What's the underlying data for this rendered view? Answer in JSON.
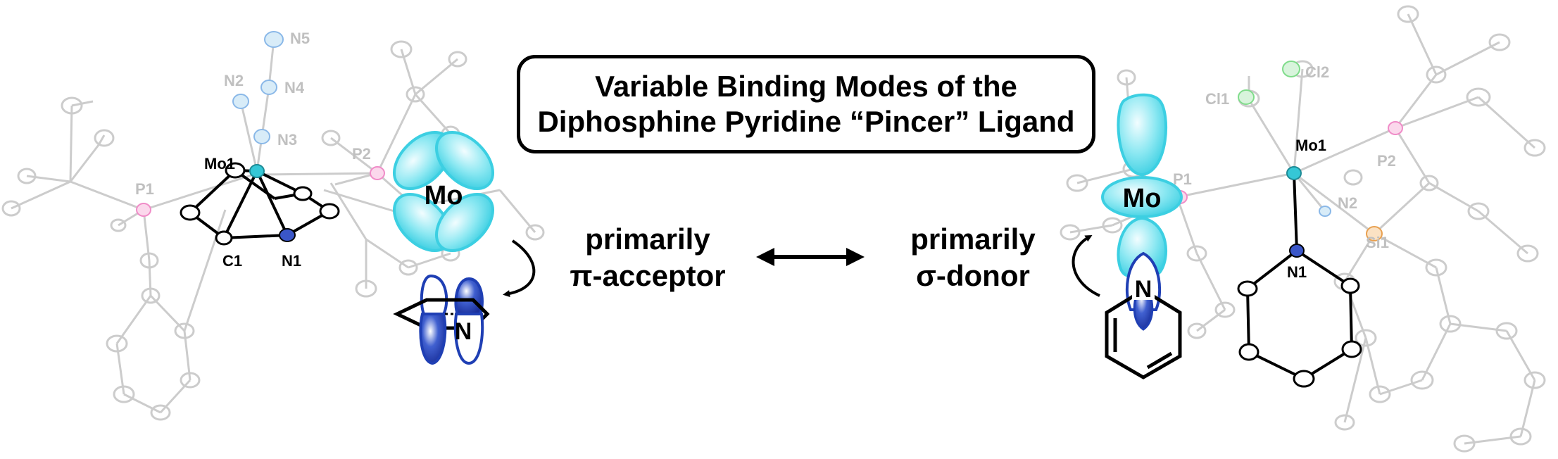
{
  "title": {
    "line1": "Variable Binding Modes of the",
    "line2": "Diphosphine Pyridine “Pincer” Ligand"
  },
  "left_mode": {
    "line1": "primarily",
    "line2": "π-acceptor"
  },
  "right_mode": {
    "line1": "primarily",
    "line2": "σ-donor"
  },
  "orbital_labels": {
    "left_metal": "Mo",
    "left_ligand": "N",
    "right_metal": "Mo",
    "right_ligand": "N"
  },
  "left_structure_atoms": {
    "mo": "Mo1",
    "c1": "C1",
    "n1": "N1",
    "p1": "P1",
    "p2": "P2",
    "n2": "N2",
    "n3": "N3",
    "n4": "N4",
    "n5": "N5"
  },
  "right_structure_atoms": {
    "mo": "Mo1",
    "n1": "N1",
    "n2": "N2",
    "p1": "P1",
    "p2": "P2",
    "si1": "Si1",
    "cl1": "Cl1",
    "cl2": "Cl2"
  },
  "colors": {
    "orbital_cyan": "#55d8e8",
    "orbital_blue": "#1f3fb4",
    "ghost_gray": "#b8b8b8",
    "molybdenum": "#35c7d6",
    "phosphorus": "#f08cc8",
    "chlorine": "#7fdc8a",
    "silicon": "#e8a050",
    "nitrogen_light": "#8ab8e8"
  }
}
